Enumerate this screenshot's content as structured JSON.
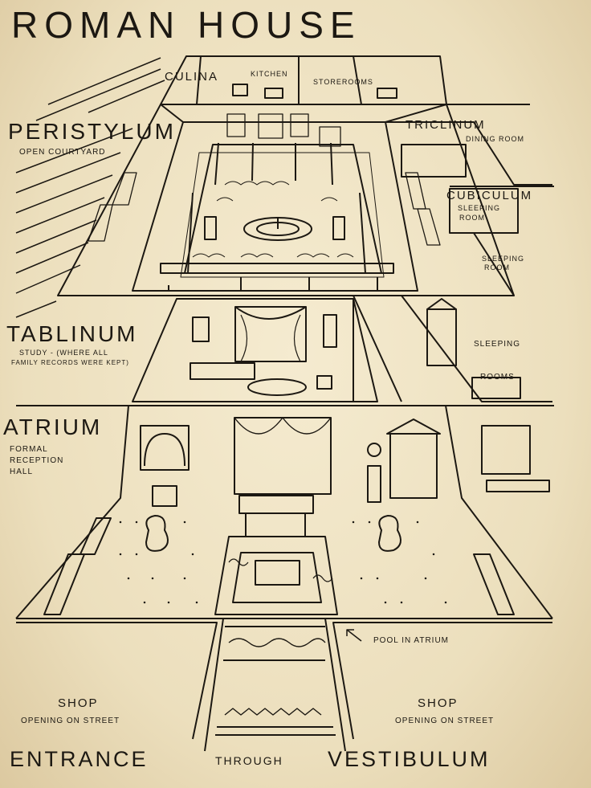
{
  "title": "ROMAN HOUSE",
  "rooms": {
    "culina": "CULINA",
    "kitchen": "KITCHEN",
    "storerooms": "STOREROOMS",
    "peristylum": "PERISTYLUM",
    "peristylum_desc": "OPEN COURTYARD",
    "triclinum": "TRICLINUM",
    "triclinum_desc": "DINING ROOM",
    "cubiculum": "CUBICULUM",
    "cubiculum_desc_1": "SLEEPING",
    "cubiculum_desc_2": "ROOM",
    "sleeping_room_1": "SLEEPING",
    "sleeping_room_2": "ROOM",
    "tablinum": "TABLINUM",
    "tablinum_desc_1": "STUDY - (WHERE ALL",
    "tablinum_desc_2": "FAMILY RECORDS WERE KEPT)",
    "sleeping_rooms_1": "SLEEPING",
    "sleeping_rooms_2": "ROOMS",
    "atrium": "ATRIUM",
    "atrium_desc_1": "FORMAL",
    "atrium_desc_2": "RECEPTION",
    "atrium_desc_3": "HALL",
    "pool": "POOL IN ATRIUM",
    "shop_left": "SHOP",
    "shop_left_desc": "OPENING ON STREET",
    "shop_right": "SHOP",
    "shop_right_desc": "OPENING ON STREET",
    "entrance": "ENTRANCE",
    "through": "THROUGH",
    "vestibulum": "VESTIBULUM"
  },
  "colors": {
    "paper": "#efe3c4",
    "ink": "#1c1812"
  }
}
